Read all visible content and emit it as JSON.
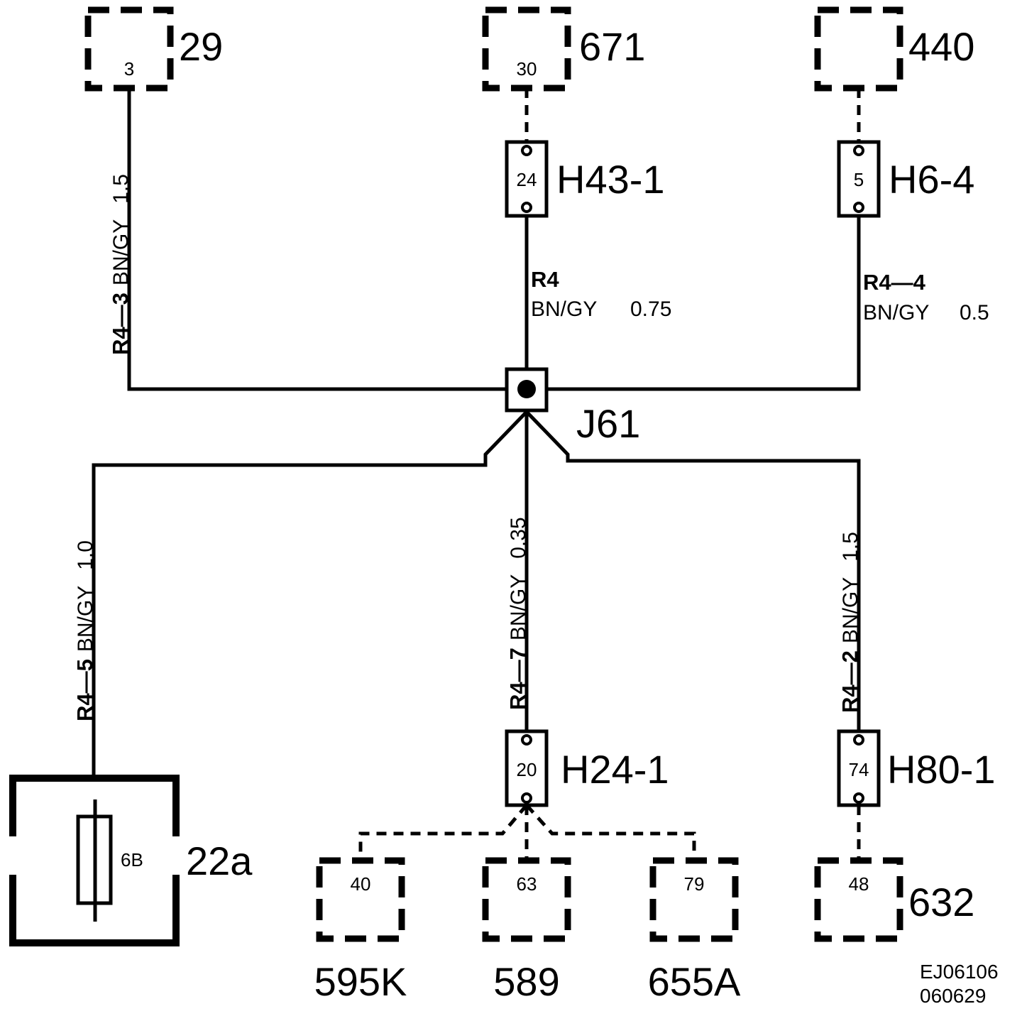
{
  "components": {
    "c29": {
      "label": "29",
      "pin": "3"
    },
    "c671": {
      "label": "671",
      "pin": "30"
    },
    "c440": {
      "label": "440"
    },
    "c595k": {
      "label": "595K",
      "pin": "40"
    },
    "c589": {
      "label": "589",
      "pin": "63"
    },
    "c655a": {
      "label": "655A",
      "pin": "79"
    },
    "c632": {
      "label": "632",
      "pin": "48"
    },
    "c22a": {
      "label": "22a",
      "fuse": "6B"
    }
  },
  "connectors": {
    "h43": {
      "label": "H43-1",
      "pin": "24"
    },
    "h6": {
      "label": "H6-4",
      "pin": "5"
    },
    "h24": {
      "label": "H24-1",
      "pin": "20"
    },
    "h80": {
      "label": "H80-1",
      "pin": "74"
    }
  },
  "splice": {
    "label": "J61"
  },
  "wires": {
    "r4_3": {
      "id": "R4—3",
      "color": "BN/GY",
      "size": "1.5"
    },
    "r4": {
      "id": "R4",
      "color": "BN/GY",
      "size": "0.75"
    },
    "r4_4": {
      "id": "R4—4",
      "color": "BN/GY",
      "size": "0.5"
    },
    "r4_5": {
      "id": "R4—5",
      "color": "BN/GY",
      "size": "1.0"
    },
    "r4_7": {
      "id": "R4—7",
      "color": "BN/GY",
      "size": "0.35"
    },
    "r4_2": {
      "id": "R4—2",
      "color": "BN/GY",
      "size": "1.5"
    }
  },
  "reference": {
    "code": "EJ06106",
    "date": "060629"
  }
}
